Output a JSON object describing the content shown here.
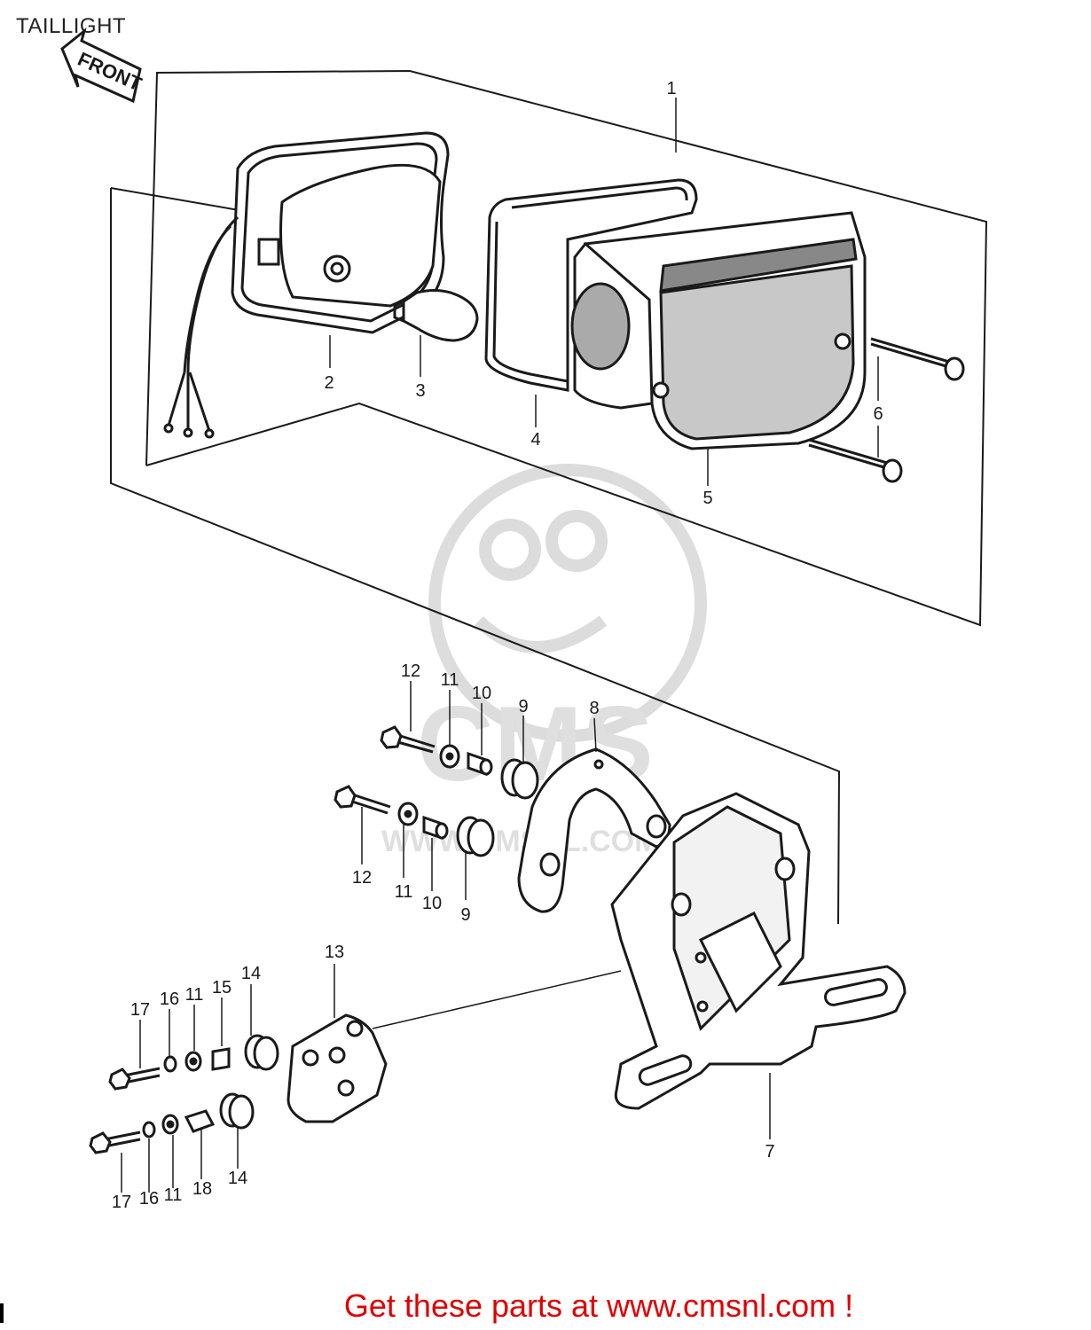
{
  "page": {
    "title": "TAILLIGHT",
    "footer_text": "Get these parts at www.cmsnl.com !",
    "front_arrow_label": "FRONT",
    "watermark_text": "CMS",
    "watermark_url": "WWW.CMSNL.COM"
  },
  "colors": {
    "line": "#1a1a1a",
    "footer": "#e00000",
    "watermark": "#d8d8d8"
  },
  "callouts": {
    "c1": "1",
    "c2": "2",
    "c3": "3",
    "c4": "4",
    "c5": "5",
    "c6": "6",
    "c7": "7",
    "c8": "8",
    "c9a": "9",
    "c9b": "9",
    "c10a": "10",
    "c10b": "10",
    "c11a": "11",
    "c11b": "11",
    "c11c": "11",
    "c11d": "11",
    "c12a": "12",
    "c12b": "12",
    "c13": "13",
    "c14a": "14",
    "c14b": "14",
    "c15": "15",
    "c16a": "16",
    "c16b": "16",
    "c17a": "17",
    "c17b": "17",
    "c18": "18"
  }
}
